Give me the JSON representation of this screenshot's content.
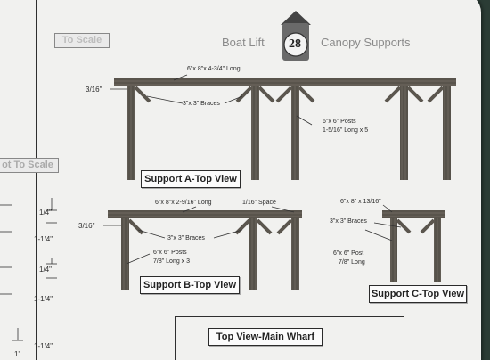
{
  "sheet": {
    "header_left": "Boat Lift",
    "header_right": "Canopy Supports",
    "badge_number": "28",
    "tag_to_scale_1": "To Scale",
    "tag_to_scale_2": "ot To Scale"
  },
  "support_a": {
    "label": "Support A-Top View",
    "beam": "6\"x 8\"x 4-3/4\" Long",
    "offset": "3/16\"",
    "braces": "3\"x 3\" Braces",
    "posts_line1": "6\"x 6\" Posts",
    "posts_line2": "1-5/16\" Long x 5"
  },
  "support_b": {
    "label": "Support B-Top View",
    "beam": "6\"x 8\"x 2-9/16\" Long",
    "space": "1/16\" Space",
    "offset": "3/16\"",
    "braces": "3\"x 3\" Braces",
    "posts_line1": "6\"x 6\" Posts",
    "posts_line2": "7/8\" Long x 3"
  },
  "support_c": {
    "label": "Support C-Top View",
    "beam": "6\"x 8\" x 13/16\"",
    "braces": "3\"x 3\" Braces",
    "posts_line1": "6\"x 6\" Post",
    "posts_line2": "7/8\" Long"
  },
  "left_dims": [
    "1/4\"",
    "1-1/4\"",
    "1/4\"",
    "1-1/4\"",
    "1-1/4\"",
    "1\""
  ],
  "wharf_label": "Top View-Main Wharf"
}
